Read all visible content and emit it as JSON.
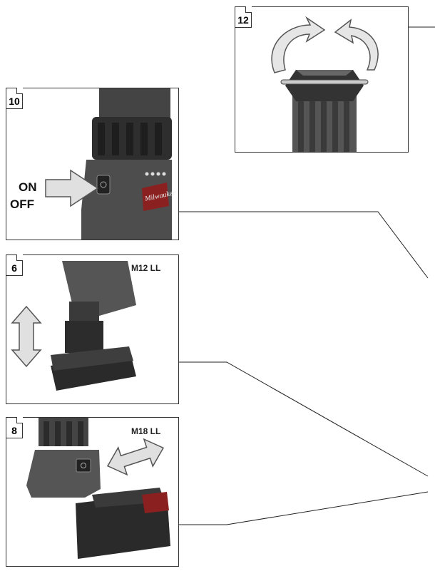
{
  "figures": [
    {
      "number": "12"
    },
    {
      "number": "10",
      "labels": {
        "on": "ON",
        "off": "OFF"
      }
    },
    {
      "number": "6",
      "model": "M12 LL"
    },
    {
      "number": "8",
      "model": "M18 LL"
    }
  ]
}
